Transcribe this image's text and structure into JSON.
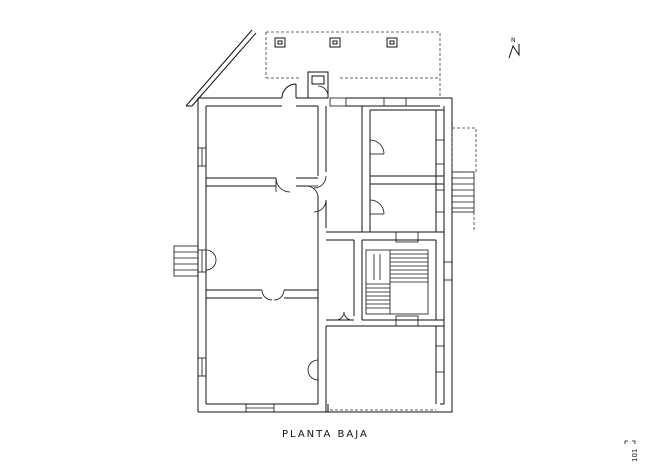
{
  "plan": {
    "title": "PLANTA BAJA",
    "page_number": "101",
    "north_label": "N"
  }
}
